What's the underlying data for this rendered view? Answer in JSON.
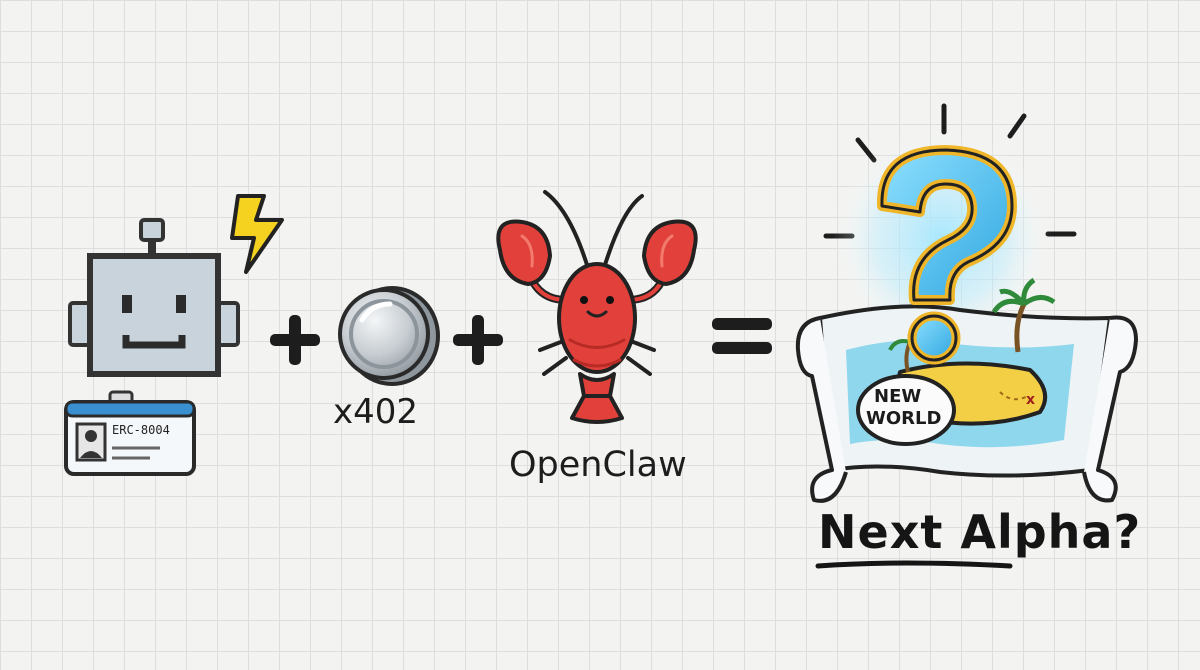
{
  "robot": {
    "badge_text": "ERC-8004"
  },
  "coin": {
    "label": "x402"
  },
  "lobster": {
    "label": "OpenClaw"
  },
  "map": {
    "stamp_line1": "NEW",
    "stamp_line2": "WORLD"
  },
  "headline": "Next Alpha?",
  "operators": {
    "plus1": "+",
    "plus2": "+",
    "equals": "="
  },
  "colors": {
    "robot": "#c9d3db",
    "lightning": "#f4d21f",
    "coin": "#c6ccd1",
    "lobster": "#e1413a",
    "question_mark": "#64c8ee",
    "question_outline": "#f0b62a",
    "island": "#f3cf45",
    "water": "#8fd7ec"
  }
}
